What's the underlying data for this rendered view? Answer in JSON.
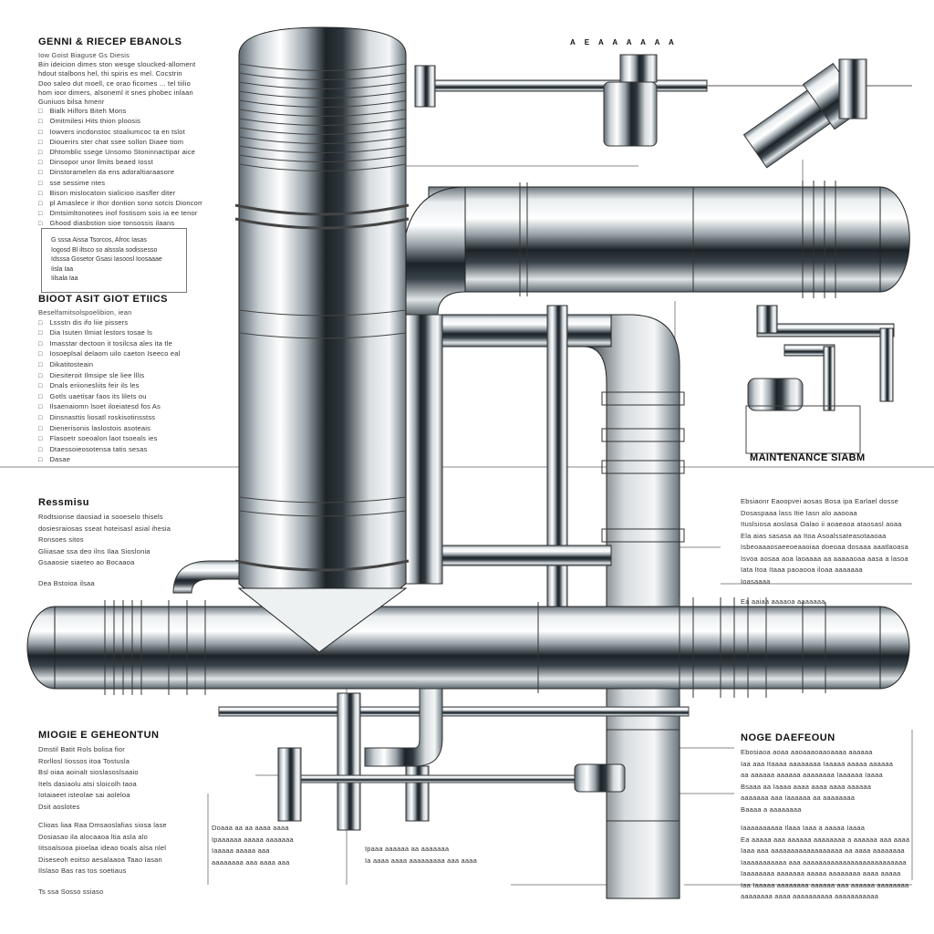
{
  "top_label": "A E A A A   A A A",
  "blocks": [
    {
      "id": "tl",
      "title": "GENNI & RIECEP EBANOLS",
      "subtitle": "Iow Goist   Biaguse Gs Diesis",
      "lines": [
        "Bin ideicion dimes ston wesge sloucked-alloment",
        "hdout stalbons hel, thi spiris es mel. Cocstrin",
        "Doo saleo dut moell, ce orao ficomes ... tel tiilio",
        "hom ioor dimers, alsoneml it snes phobec inlaan",
        "Guniuos bilsa hmenr"
      ],
      "bullets": [
        "Bialk Hilfors Biteh Mons",
        "Omitmilesi Hits thion ploosis",
        "Iowvers incdonstoc stoaliumcoc ta en tslot",
        "Diouerirs ster chat ssee sollon Diaee tiom",
        "Dhtomblic ssege Unsomo Stoninnactipar aice",
        "Dinsopor unor llmits beaed Iosst",
        "Dinstoramelen da ens adoraltiaraasore",
        "sse sessime ntes",
        "Bison mislocatoin sialicioo isasfler diter",
        "pl Amaslece ir Ihor dontion sono sotcis Dioncom",
        "Dmtsimltonotees inof fostisom sois ia ee tenor",
        "Ghood diasbstion sioe tonsossis ilaans"
      ]
    },
    {
      "id": "ml",
      "title": "BIOOT ASIT GIOT ETIICS",
      "subtitle": "Beselfamitsolspoelibion, iean",
      "bullets": [
        "Lssstn dis ifo liie pissers",
        "Dia Isuten Ilmiat lestors tosae ls",
        "Imasstar dectoon it tosilcsa ales ita tle",
        "Iosoeplsal delaom uilo caeton Iseeco eal",
        "Dikatitosteain",
        "Diesiteroit Ilmsipe sle liee lllis",
        "Dnals eriionesliits feir ils les",
        "Gotls uaetisar faos its lilets ou",
        "Ilsaenaiomn lsoet iloeiatesd fos As",
        "Dinsnasttis liosatl roskisotinsstss",
        "Dienerisonis laslostois asoteais",
        "Flasoetr soeoalon laot tsoeals ies",
        "Dtaessoieosotensa tatis sesas",
        "Dasae"
      ]
    },
    {
      "id": "cl",
      "title": "Ressmisu",
      "lines": [
        "Rodtsionse daosiad ia sooeselo   thisels",
        "dosiesraiosas sseat hoteisasl asial ihesia"
      ],
      "bullets2": [
        "Ronsoes sitos",
        "Gliiasae ssa deo ilns Ilaa Sioslonia",
        "Gsaaosie siaeteo ao Bocaaoa"
      ],
      "foot": "Dea Bstoioa ilsaa"
    },
    {
      "id": "bl",
      "title": "MIOGIE E GEHEONTUN",
      "lines": [
        "Dmstil Batit Rols bolisa fior",
        "Rorllosl Iiossos itoa Tostusla",
        "Bsl oiaa aoinalt sioslasoslsaaio",
        "Itels dasiaolu atsi sloicolh taoa",
        "Iotaiaeet isteolae sai aoleloa",
        "Dsit aoslotes"
      ],
      "lines2": [
        "Clioas liaa Raa Dmsaoslafias siosa lase",
        "Dosiasao ila alocaaoa ltia asla alo",
        "Iitsoalsooa pioelaa ideao tioals alsa nlel",
        "Diseseoh eoitso aesalaaoa Taao Iasan",
        "Ilslaso Bas ras tos soetiaus"
      ],
      "foot": "Ts ssa Sosso ssiaso"
    },
    {
      "id": "cr",
      "title": "",
      "lines": [
        "Ebsiaonr Eaoopvei aosas Bosa ipa Earlael dosse",
        "Dosaspaaa lass Itie Iasn alo aaooaa",
        "Ituslsiosa aoslasa Oalao ii aoaeaoa ataosasl aoaa",
        "Ela aias sasasa aa Itoa Asoalssateasotaaoaa",
        "Isbeoaaaosaeeoeaaoiaa doeoaa dosaaa aaatlaoasa",
        "Isvoa aosaa aoa laoaaaa aa aaaaaoaa aasa a lasoa",
        "Iata Itoa Itaaa paoaooa iloaa aaaaaaa",
        "Ioasaaaa"
      ],
      "foot": "Ea aaiaa aaaaoa aaaaaaa"
    },
    {
      "id": "br",
      "title": "NOGE DAEFEOUN",
      "lines": [
        "Ebosiaoa aoaa aaoaaaoaaoaaaa aaaaaa",
        "Iaa aaa Itaaaa aaaaaaaa Iaaaaa aaaaa aaaaaa",
        "aa aaaaaa aaaaaa aaaaaaaa Iaaaaaa Iaaaa",
        "Bsaaa aa Iaaaa aaaa aaaa aaaa aaaaaa",
        "aaaaaaa aaa Iaaaaaa aa aaaaaaaa",
        "Baaaa a aaaaaaaa"
      ],
      "lines2": [
        "Iaaaaaaaaaa Ilaaa Iaaa a aaaaa Iaaaa",
        "Ea aaaaa aaa aaaaaa aaaaaaaa a aaaaaa aaa aaaaa",
        "Iaaa aaa aaaaaaaaaaaaaaaaaa aa aaaa aaaaaaaa",
        "Iaaaaaaaaaaa aaa aaaaaaaaaaaaaaaaaaaaaaaaaa",
        "Iaaaaaaaa aaaaaaa aaaaa aaaaaaaa aaaa aaaaa",
        "Iaa Iaaaaa aaaaaaaa aaaaaa aaa aaaaaa aaaaaaaa",
        "aaaaaaaa aaaa aaaaaaaaaa aaaaaaaaaaa"
      ]
    },
    {
      "id": "bm1",
      "title": "",
      "lines": [
        "Doaaa aa aa aaaa aaaa",
        "Ipaaaaaa aaaaa aaaaaaa",
        "Iaaaaa aaaaa aaa",
        "aaaaaaaa aaa aaaa aaa"
      ]
    },
    {
      "id": "bm2",
      "title": "",
      "lines": [
        "Ipaaa aaaaaa aa aaaaaaa",
        "Ia aaaa aaaa aaaaaaaaa aaa aaaa"
      ]
    }
  ],
  "box_lines": [
    "G sssa Aissa Tsorcos, Afroc Iasas",
    "Iogosd Bl iltsco so alsssla sodissesso",
    "Idsssa Gosetor Gsasi Iasoosl Ioosaaae",
    "Iisla Iaa",
    "Iilsala Iaa"
  ],
  "captions": {
    "maintenance": "MAINTENANCE SIABM"
  },
  "colors": {
    "steel_dark": "#1c2328",
    "steel_light": "#f4f6f7",
    "steel_mid": "#8c979e"
  }
}
